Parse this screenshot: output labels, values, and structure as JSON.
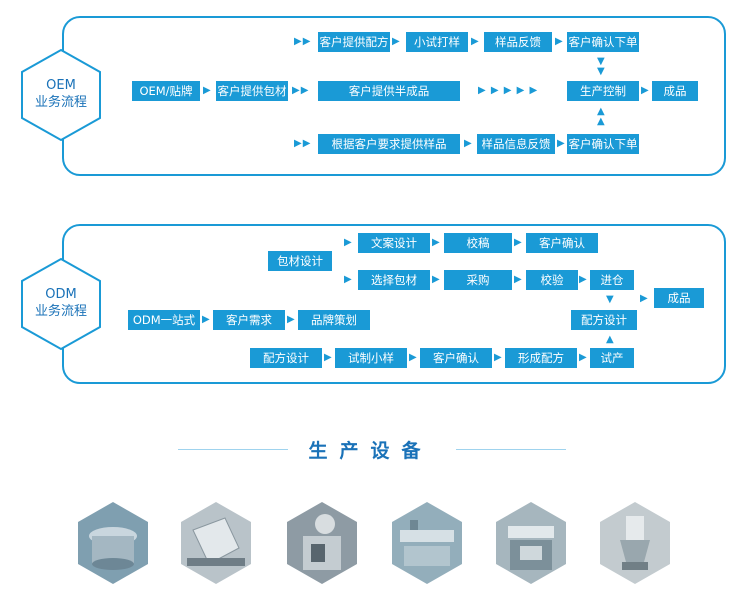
{
  "colors": {
    "accent": "#1a9ad6",
    "dark": "#1a72b8"
  },
  "oem": {
    "hex": [
      "OEM",
      "业务流程"
    ],
    "start": "OEM/贴牌",
    "b1": "客户提供包材",
    "r1": [
      "客户提供配方",
      "小试打样",
      "样品反馈",
      "客户确认下单"
    ],
    "r2": "客户提供半成品",
    "r3": [
      "根据客户要求提供样品",
      "样品信息反馈",
      "客户确认下单"
    ],
    "control": "生产控制",
    "end": "成品"
  },
  "odm": {
    "hex": [
      "ODM",
      "业务流程"
    ],
    "start": "ODM一站式",
    "need": "客户需求",
    "plan": "品牌策划",
    "pack": "包材设计",
    "top": [
      "文案设计",
      "校稿",
      "客户确认"
    ],
    "mid": [
      "选择包材",
      "采购",
      "校验",
      "进仓"
    ],
    "formula": "配方设计",
    "end": "成品",
    "bottom": [
      "配方设计",
      "试制小样",
      "客户确认",
      "形成配方",
      "试产"
    ]
  },
  "equipment": {
    "title": "生产设备",
    "icons": [
      "sieve-machine-icon",
      "mixer-machine-icon",
      "packaging-machine-icon",
      "filling-line-icon",
      "tablet-press-icon",
      "granulator-icon"
    ]
  }
}
